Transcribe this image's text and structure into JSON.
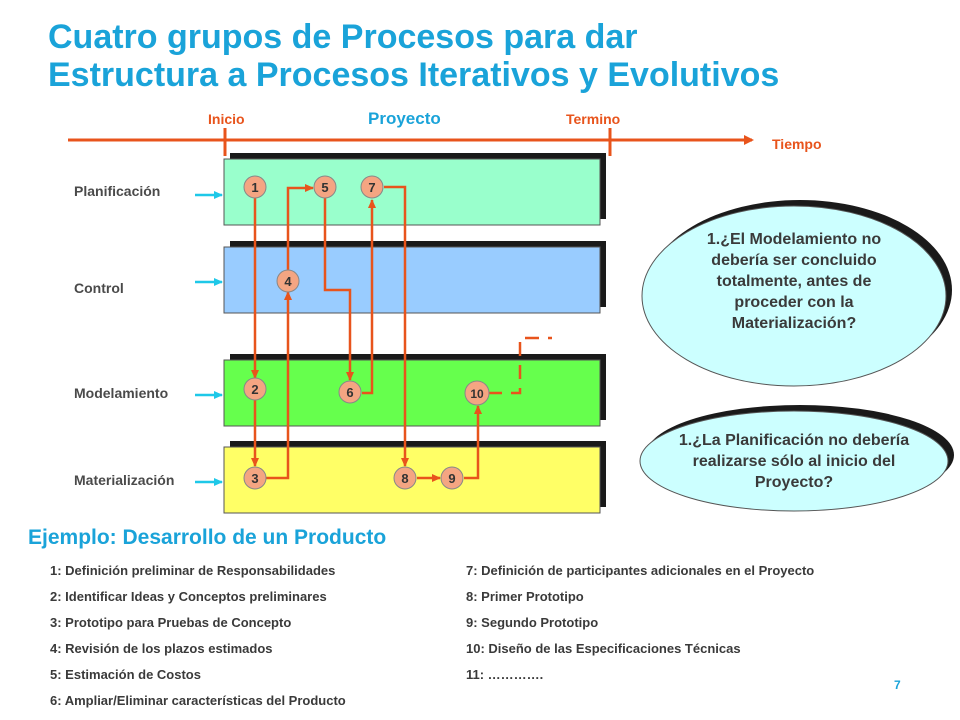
{
  "title": {
    "line1": "Cuatro grupos de Procesos para dar",
    "line2": "Estructura a Procesos Iterativos y Evolutivos"
  },
  "timeline": {
    "start_label": "Inicio",
    "project_label": "Proyecto",
    "end_label": "Termino",
    "axis_label": "Tiempo"
  },
  "rows": [
    {
      "label": "Planificación",
      "color": "#99ffcc"
    },
    {
      "label": "Control",
      "color": "#99ccff"
    },
    {
      "label": "Modelamiento",
      "color": "#66ff4d"
    },
    {
      "label": "Materialización",
      "color": "#ffff66"
    }
  ],
  "steps": [
    "1",
    "2",
    "3",
    "4",
    "5",
    "6",
    "7",
    "8",
    "9",
    "10"
  ],
  "bubbles": [
    {
      "text": "1.¿El Modelamiento no debería ser concluido totalmente, antes de proceder con la Materialización?"
    },
    {
      "text": "1.¿La Planificación no debería realizarse sólo al inicio del Proyecto?"
    }
  ],
  "example": {
    "title": "Ejemplo: Desarrollo de un Producto",
    "items_left": [
      "1: Definición preliminar de Responsabilidades",
      "2: Identificar Ideas y Conceptos preliminares",
      "3: Prototipo  para Pruebas de Concepto",
      "4: Revisión de los plazos estimados",
      "5: Estimación de Costos",
      "6: Ampliar/Eliminar características del Producto"
    ],
    "items_right": [
      "7: Definición de participantes adicionales en el Proyecto",
      "8: Primer Prototipo",
      "9: Segundo Prototipo",
      "10: Diseño de las Especificaciones Técnicas",
      "11: …………."
    ]
  },
  "page_number": "7",
  "colors": {
    "accent": "#1aa3d9",
    "timeline": "#e8541c",
    "flow": "#e8541c",
    "bubble": "#ccffff"
  }
}
